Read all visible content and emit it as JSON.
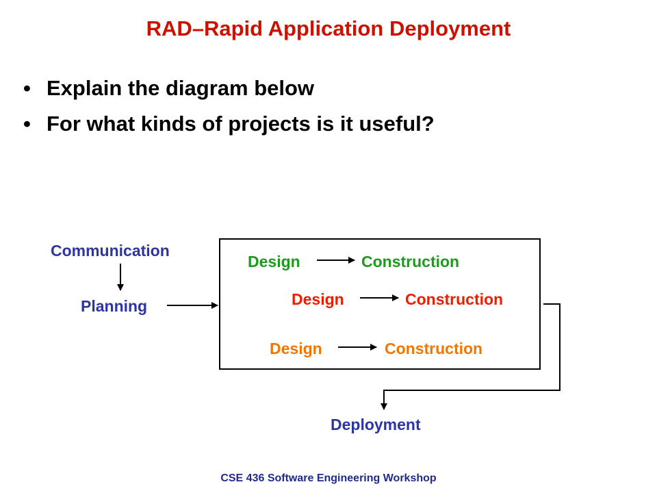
{
  "slide": {
    "title": "RAD–Rapid Application Deployment",
    "title_color": "#cc1100",
    "bullets": [
      {
        "text": "Explain the diagram below"
      },
      {
        "text": "For what kinds of projects is it useful?"
      }
    ],
    "footer": "CSE 436  Software Engineering Workshop"
  },
  "diagram": {
    "communication": {
      "label": "Communication",
      "color": "#2c35a0"
    },
    "planning": {
      "label": "Planning",
      "color": "#2c35a0"
    },
    "deployment": {
      "label": "Deployment",
      "color": "#2c35a0"
    },
    "teams": [
      {
        "design": "Design",
        "construction": "Construction",
        "color": "#1e9a1e"
      },
      {
        "design": "Design",
        "construction": "Construction",
        "color": "#ee1c00"
      },
      {
        "design": "Design",
        "construction": "Construction",
        "color": "#f07800"
      }
    ]
  }
}
